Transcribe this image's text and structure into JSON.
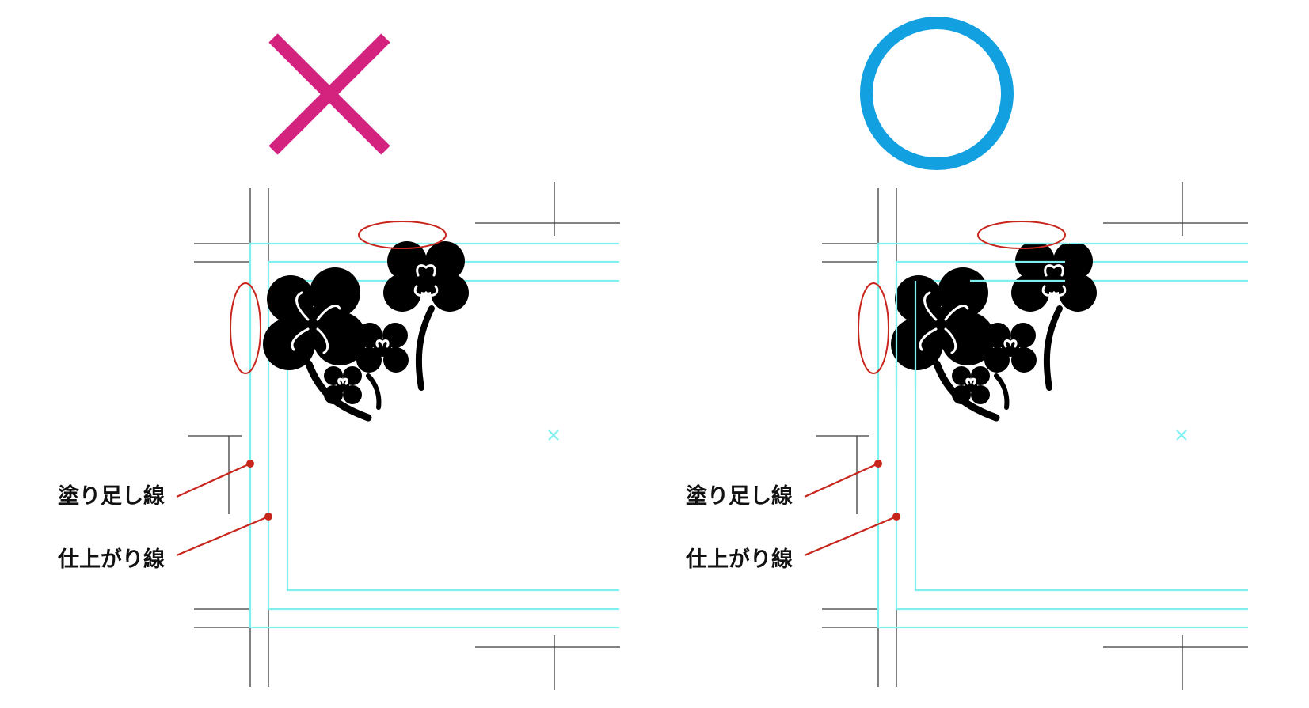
{
  "panels": [
    {
      "id": "bad",
      "verdict_mark": "cross-mark",
      "verdict_color": "#d4237f",
      "labels": {
        "bleed": "塗り足し線",
        "trim": "仕上がり線"
      }
    },
    {
      "id": "good",
      "verdict_mark": "circle-mark",
      "verdict_color": "#12a0e0",
      "labels": {
        "bleed": "塗り足し線",
        "trim": "仕上がり線"
      }
    }
  ],
  "colors": {
    "guide_lines": "#7ff0f0",
    "crop_marks": "#3b3b3b",
    "highlight": "#c8261d",
    "artwork": "#000000"
  },
  "icons": [
    "cross-mark",
    "circle-mark",
    "clover-artwork",
    "center-cross-icon"
  ]
}
